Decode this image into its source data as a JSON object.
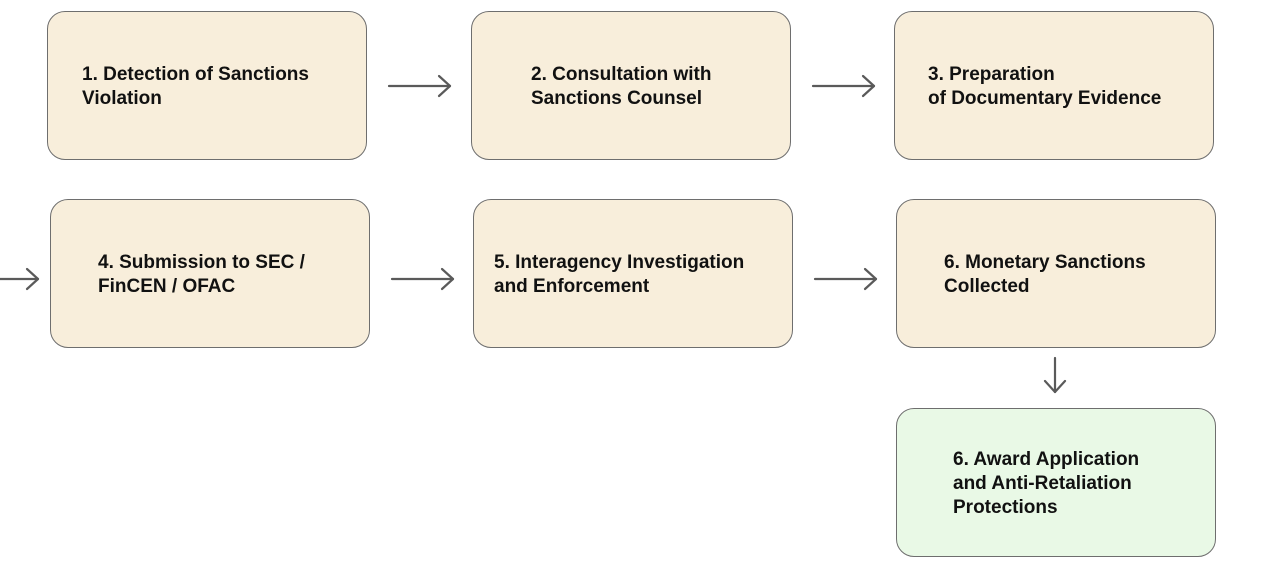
{
  "diagram": {
    "steps": [
      {
        "label": "1. Detection of Sanctions\nViolation"
      },
      {
        "label": "2. Consultation with\nSanctions Counsel"
      },
      {
        "label": "3.  Preparation\nof Documentary Evidence"
      },
      {
        "label": "4. Submission to SEC /\nFinCEN / OFAC"
      },
      {
        "label": "5. Interagency Investigation\nand Enforcement"
      },
      {
        "label": "6. Monetary Sanctions\nCollected"
      },
      {
        "label": "6. Award Application\nand Anti-Retaliation\nProtections"
      }
    ],
    "colors": {
      "step_fill": "#f8eedb",
      "final_fill": "#e9f9e6",
      "border": "#6e6e6e",
      "arrow": "#5a5a5a"
    }
  }
}
